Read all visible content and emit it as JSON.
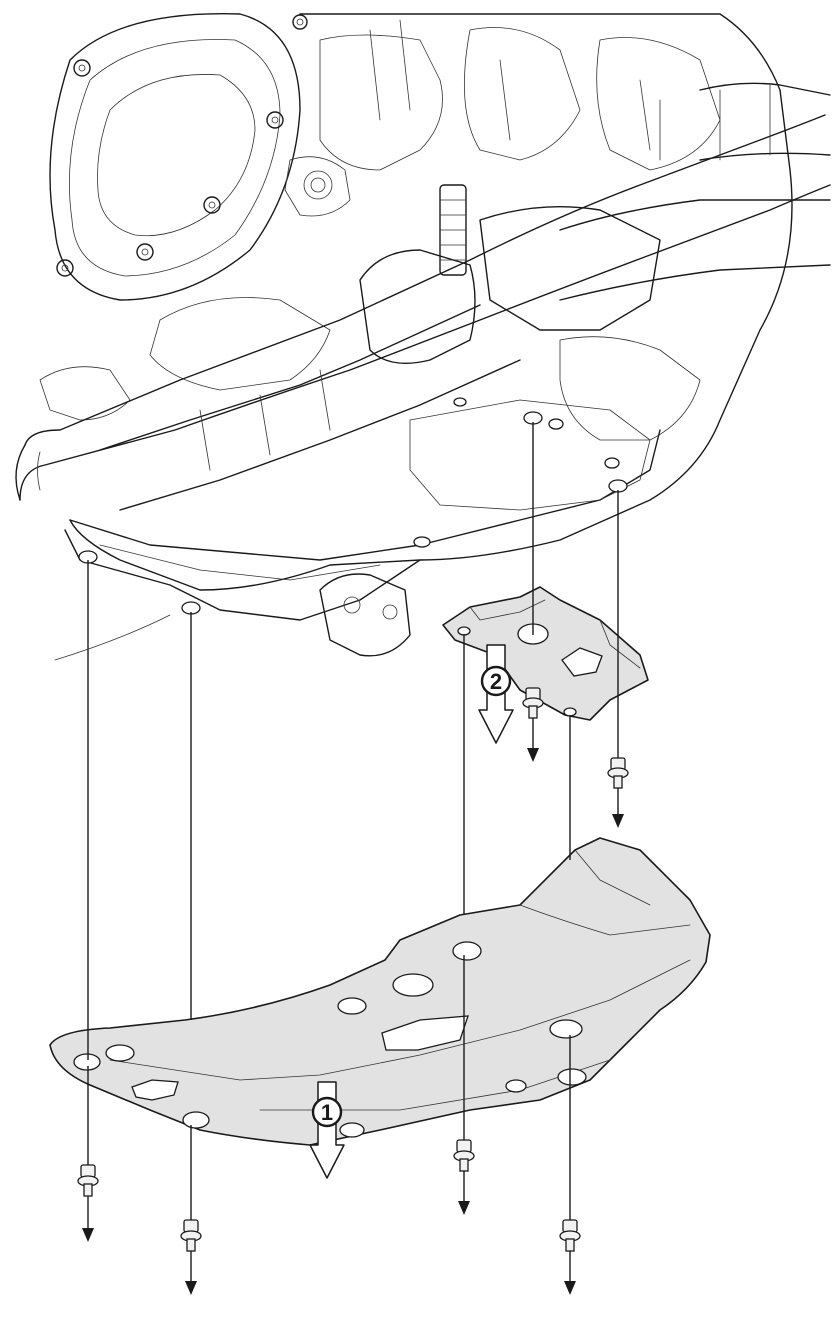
{
  "callouts": [
    {
      "id": "step-1",
      "label": "1"
    },
    {
      "id": "step-2",
      "label": "2"
    }
  ],
  "colors": {
    "line": "#1a1a1a",
    "plate_fill": "#e2e2e2",
    "background": "#ffffff"
  },
  "components": [
    "engine-assembly",
    "exhaust-headers",
    "skid-plate-bracket",
    "skid-plate",
    "mounting-bolt"
  ]
}
